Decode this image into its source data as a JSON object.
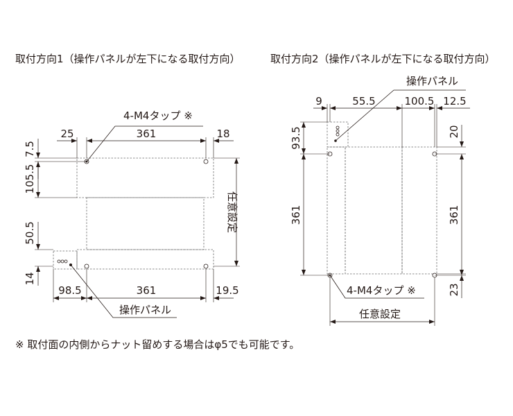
{
  "left": {
    "title": "取付方向1（操作パネルが左下になる取付方向）",
    "dims": {
      "d25": "25",
      "d361_top": "361",
      "d18": "18",
      "d7_5": "7.5",
      "d105_5": "105.5",
      "d50_5": "50.5",
      "d14": "14",
      "d98_5": "98.5",
      "d361_bottom": "361",
      "d19_5": "19.5"
    },
    "labels": {
      "tap": "4-M4タップ ※",
      "panel": "操作パネル",
      "arbitrary": "任意設定"
    }
  },
  "right": {
    "title": "取付方向2（操作パネルが左下になる取付方向）",
    "dims": {
      "d9": "9",
      "d55_5": "55.5",
      "d100_5": "100.5",
      "d12_5": "12.5",
      "d93_5": "93.5",
      "d20": "20",
      "d361_left": "361",
      "d361_right": "361",
      "d23": "23"
    },
    "labels": {
      "panel": "操作パネル",
      "tap": "4-M4タップ ※",
      "arbitrary": "任意設定"
    }
  },
  "footnote": "※  取付面の内側からナット留めする場合はφ5でも可能です。"
}
